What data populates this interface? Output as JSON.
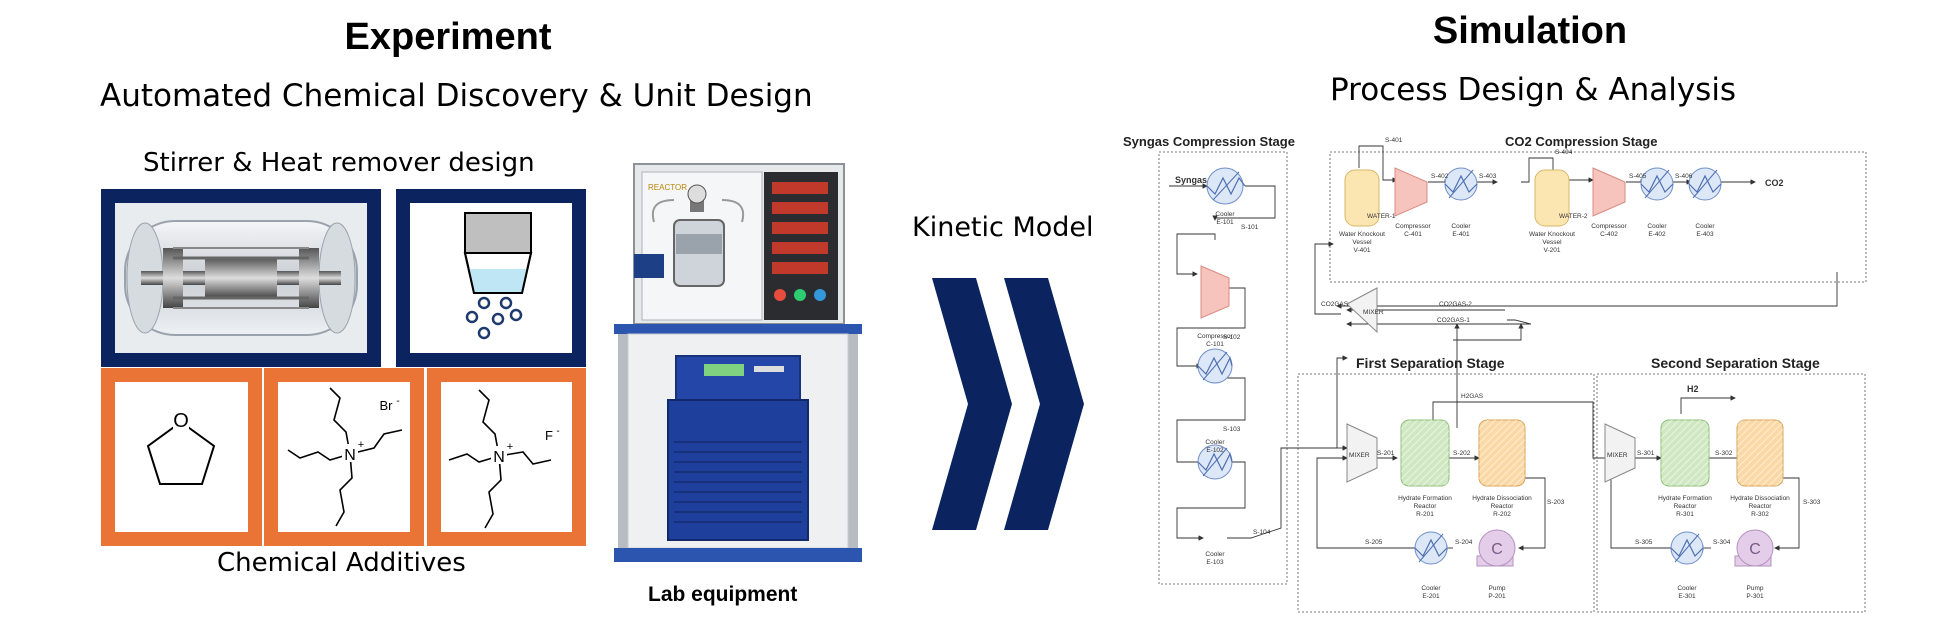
{
  "experiment": {
    "title": "Experiment",
    "subtitle": "Automated Chemical Discovery & Unit Design",
    "stirrer_label": "Stirrer & Heat remover design",
    "additives_label": "Chemical Additives",
    "lab_label": "Lab equipment",
    "molecules": {
      "thf_atom": "O",
      "tbab_anion": "Br",
      "tbab_anion_charge": "-",
      "tbaf_anion": "F",
      "tbaf_anion_charge": "-",
      "nitrogen": "N",
      "nitrogen_charge": "+"
    },
    "equipment_panel_label": "REACTOR"
  },
  "kinetic": {
    "label": "Kinetic Model"
  },
  "simulation": {
    "title": "Simulation",
    "subtitle": "Process Design & Analysis",
    "stages": {
      "syngas": "Syngas Compression Stage",
      "co2": "CO2 Compression Stage",
      "first": "First Separation Stage",
      "second": "Second Separation Stage"
    },
    "streams": {
      "syngas": "Syngas",
      "s101": "S-101",
      "s102": "S-102",
      "s103": "S-103",
      "s104": "S-104",
      "s401": "S-401",
      "s402": "S-402",
      "s403": "S-403",
      "s404": "S-404",
      "s405": "S-405",
      "s406": "S-406",
      "co2": "CO2",
      "water1": "WATER-1",
      "water2": "WATER-2",
      "co2gas": "CO2GAS",
      "co2gas1": "CO2GAS-1",
      "co2gas2": "CO2GAS-2",
      "h2gas": "H2GAS",
      "s201": "S-201",
      "s202": "S-202",
      "s203": "S-203",
      "s204": "S-204",
      "s205": "S-205",
      "s301": "S-301",
      "s302": "S-302",
      "s303": "S-303",
      "s304": "S-304",
      "s305": "S-305",
      "h2": "H2"
    },
    "units": {
      "e101": [
        "Cooler",
        "E-101"
      ],
      "c101": [
        "Compressor",
        "C-101"
      ],
      "e102": [
        "Cooler",
        "E-102"
      ],
      "e103": [
        "Cooler",
        "E-103"
      ],
      "v401": [
        "Water Knockout",
        "Vessel",
        "V-401"
      ],
      "c401": [
        "Compressor",
        "C-401"
      ],
      "e401": [
        "Cooler",
        "E-401"
      ],
      "v201": [
        "Water Knockout",
        "Vessel",
        "V-201"
      ],
      "c402": [
        "Compressor",
        "C-402"
      ],
      "e402": [
        "Cooler",
        "E-402"
      ],
      "e403": [
        "Cooler",
        "E-403"
      ],
      "mixer": "MIXER",
      "r201": [
        "Hydrate Formation",
        "Reactor",
        "R-201"
      ],
      "r202": [
        "Hydrate Dissociation",
        "Reactor",
        "R-202"
      ],
      "e201": [
        "Cooler",
        "E-201"
      ],
      "p201": [
        "Pump",
        "P-201"
      ],
      "r301": [
        "Hydrate Formation",
        "Reactor",
        "R-301"
      ],
      "r302": [
        "Hydrate Dissociation",
        "Reactor",
        "R-302"
      ],
      "e301": [
        "Cooler",
        "E-301"
      ],
      "p301": [
        "Pump",
        "P-301"
      ],
      "pump_glyph": "C"
    }
  },
  "colors": {
    "navy": "#0b2460",
    "orange": "#e97435",
    "cooler_fill": "#dce7f8",
    "cooler_stroke": "#6f8fc9",
    "compressor_fill": "#f6c3bd",
    "vessel_fill": "#fbe6b1",
    "formation_fill": "#cfe8c2",
    "dissociation_fill": "#fbd9a6",
    "pump_fill": "#e3cde9"
  }
}
